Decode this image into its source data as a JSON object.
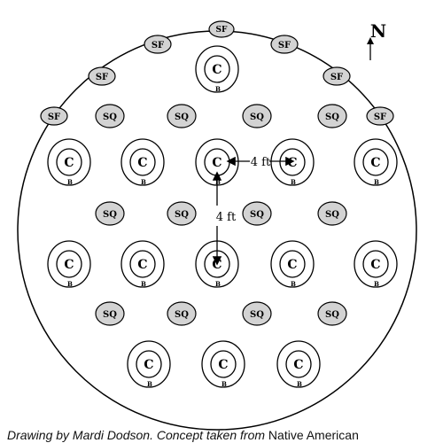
{
  "compass": {
    "label": "N"
  },
  "labels": {
    "corn": "C",
    "bean": "B",
    "squash": "SQ",
    "sunflower": "SF"
  },
  "measurements": {
    "horizontal": "4 ft",
    "vertical": "4 ft"
  },
  "caption": {
    "italic_part": "Drawing by Mardi Dodson. Concept taken from",
    "normal_part": " Native American"
  },
  "colors": {
    "squash_fill": "#d3d3d3",
    "outline": "#000000",
    "background": "#ffffff"
  },
  "counts": {
    "corn_mounds": 14,
    "squash_mounds": 12,
    "sunflower_mounds": 7
  }
}
